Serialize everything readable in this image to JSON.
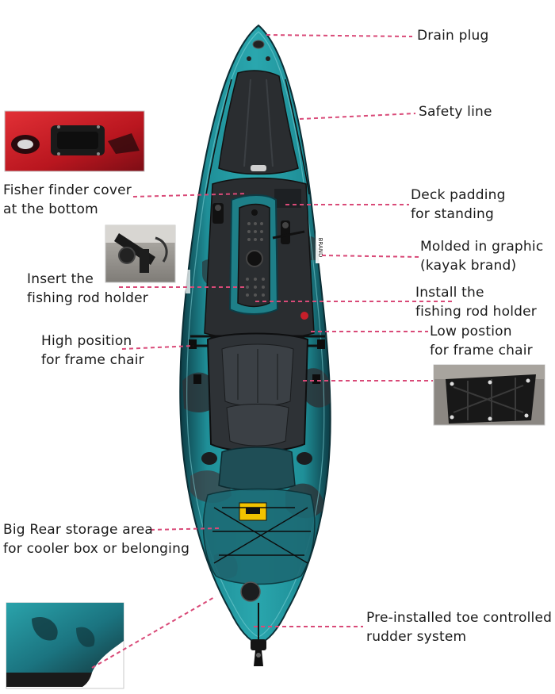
{
  "colors": {
    "hull_teal": "#1f8f98",
    "hull_dark": "#0f3f49",
    "camo_dark": "#2c3438",
    "deck_black": "#2a2d30",
    "leader_pink": "#d94a78",
    "fishfinder_red": "#c51f2a",
    "storage_tag_yellow": "#f2c300"
  },
  "callouts": {
    "drain_plug": "Drain plug",
    "safety_line": "Safety line",
    "fish_finder": {
      "line1": "Fisher finder cover",
      "line2": "at the bottom"
    },
    "deck_padding": {
      "line1": "Deck padding",
      "line2": "for standing"
    },
    "molded_graphic": {
      "line1": "Molded in graphic",
      "line2": "(kayak brand)"
    },
    "insert_rod_holder": {
      "line1": "Insert the",
      "line2": "fishing rod holder"
    },
    "install_rod_holder": {
      "line1": "Install the",
      "line2": "fishing rod holder"
    },
    "low_position": {
      "line1": "Low postion",
      "line2": "for frame chair"
    },
    "high_position": {
      "line1": "High position",
      "line2": "for frame chair"
    },
    "rear_storage": {
      "line1": "Big Rear storage area",
      "line2": "for cooler box or belonging"
    },
    "rudder": {
      "line1": "Pre-installed toe controlled",
      "line2": "rudder system"
    }
  },
  "icons": {
    "kayak": "kayak-top-view-photo",
    "fish_finder_inset": "fish-finder-cover-photo",
    "rod_holder_inset": "rod-holder-photo",
    "chair_mount_inset": "chair-mount-photo",
    "rudder_inset": "rudder-photo"
  }
}
